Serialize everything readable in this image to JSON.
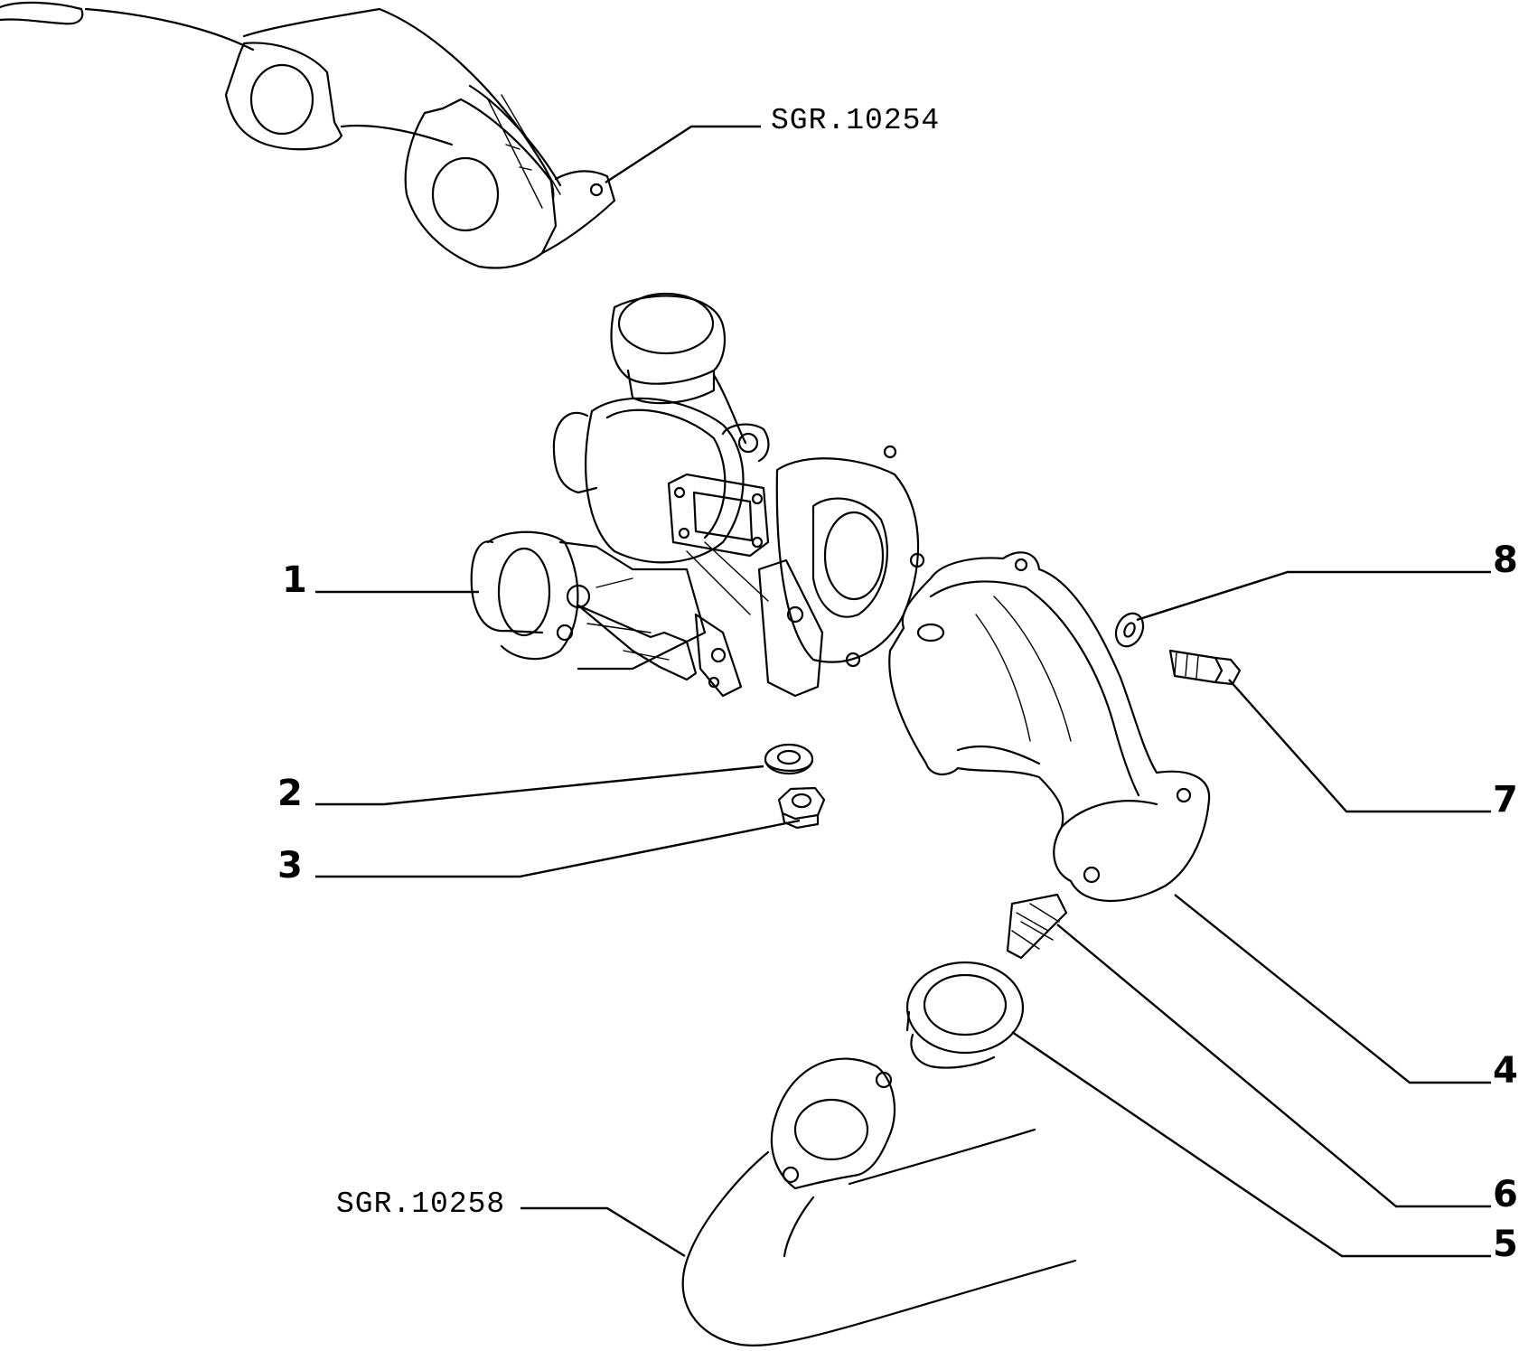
{
  "diagram": {
    "references": {
      "upper": "SGR.10254",
      "lower": "SGR.10258"
    },
    "callouts": [
      "1",
      "2",
      "3",
      "4",
      "5",
      "6",
      "7",
      "8"
    ]
  }
}
